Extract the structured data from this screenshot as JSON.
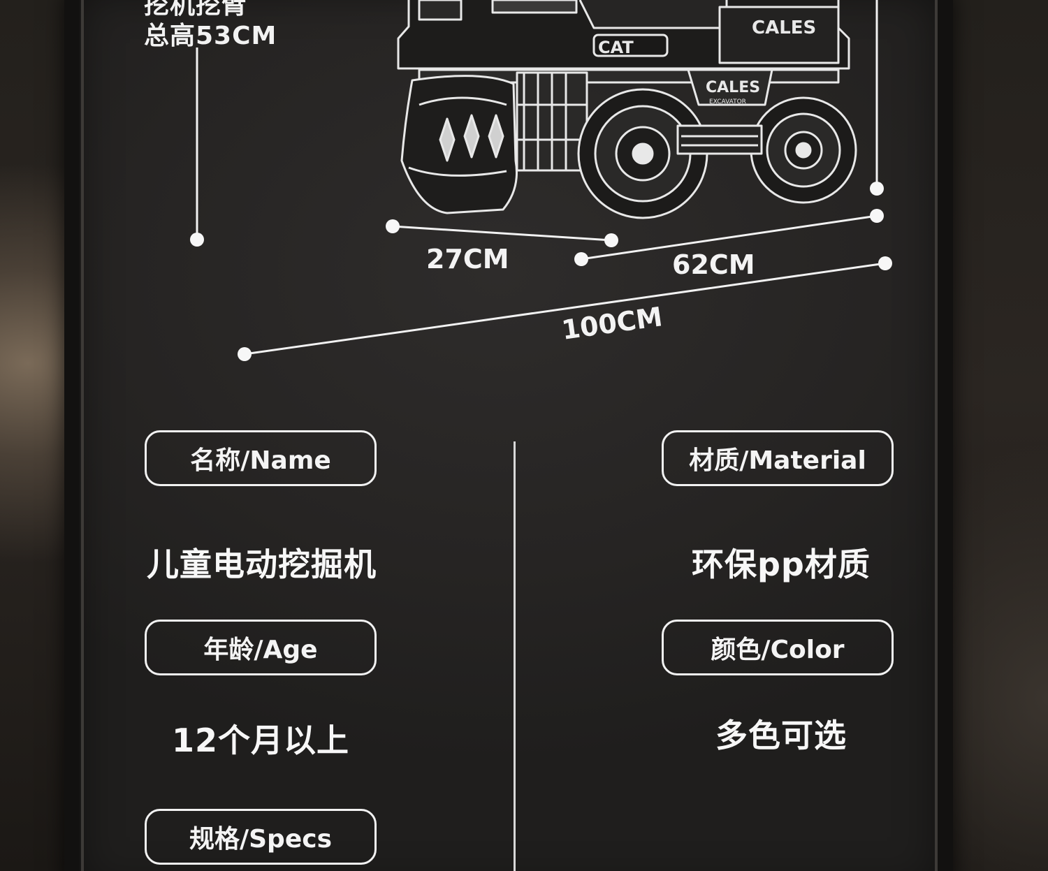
{
  "header": {
    "label_line1": "挖机挖臂",
    "label_line2": "总高53CM"
  },
  "dimensions": {
    "d1": "27CM",
    "d2": "62CM",
    "d3": "100CM"
  },
  "product_illustration": {
    "logo_top": "CAT",
    "logo_side": "CALES",
    "logo_front": "CALES",
    "logo_small": "EXCAVATOR"
  },
  "specs": {
    "name": {
      "label": "名称/Name",
      "value": "儿童电动挖掘机"
    },
    "material": {
      "label": "材质/Material",
      "value": "环保pp材质"
    },
    "age": {
      "label": "年龄/Age",
      "value": "12个月以上"
    },
    "color": {
      "label": "颜色/Color",
      "value": "多色可选"
    },
    "specs": {
      "label": "规格/Specs"
    }
  }
}
